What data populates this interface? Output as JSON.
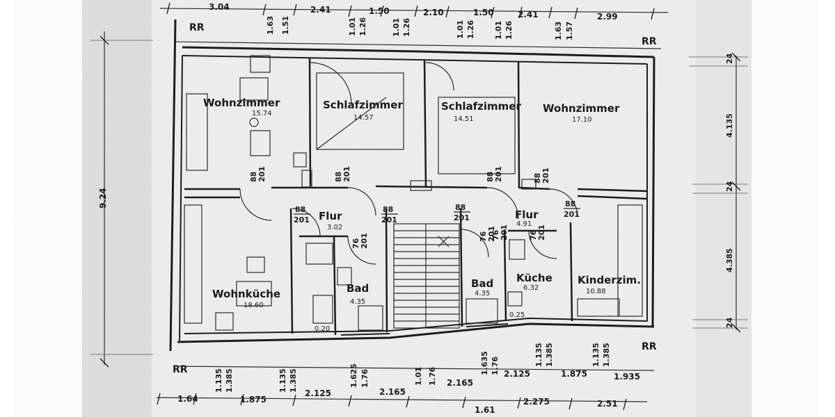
{
  "top_dims": [
    "3.04",
    "1.63",
    "1.51",
    "2.41",
    "1.01",
    "1.26",
    "1.50",
    "1.01",
    "1.26",
    "2.10",
    "1.50",
    "1.01",
    "1.26",
    "1.01",
    "1.26",
    "2.41",
    "1.63",
    "1.57",
    "2.99"
  ],
  "bottom_dims": [
    "1.64",
    "1.135",
    "1.385",
    "1.875",
    "1.135",
    "1.385",
    "2.125",
    "1.625",
    "1.76",
    "2.165",
    "1.01",
    "1.76",
    "2.165",
    "1.635",
    "1.76",
    "2.125",
    "1.135",
    "1.385",
    "1.875",
    "1.135",
    "1.385",
    "1.935"
  ],
  "bottom_dims_2": [
    "1.61",
    "2.275",
    "2.51"
  ],
  "left_dims": [
    "9.24"
  ],
  "right_dims": [
    "24",
    "4.135",
    "24",
    "4.385",
    "24"
  ],
  "rr_marks": [
    "RR",
    "RR",
    "RR",
    "RR"
  ],
  "rooms": [
    {
      "label": "Wohnzimmer",
      "area": "15.74"
    },
    {
      "label": "Schlafzimmer",
      "area": "14.57"
    },
    {
      "label": "Schlafzimmer",
      "area": "14.51"
    },
    {
      "label": "Wohnzimmer",
      "area": "17.10"
    },
    {
      "label": "Flur",
      "area": "3.02"
    },
    {
      "label": "Flur",
      "area": "4.91"
    },
    {
      "label": "Wohnküche",
      "area": "18.60"
    },
    {
      "label": "Bad",
      "area": "4.35"
    },
    {
      "label": "Bad",
      "area": "4.35"
    },
    {
      "label": "Küche",
      "area": "6.32"
    },
    {
      "label": "Kinderzim.",
      "area": "10.88"
    }
  ],
  "door_labels": [
    {
      "top": "88",
      "bottom": "201"
    },
    {
      "top": "88",
      "bottom": "201"
    },
    {
      "top": "88",
      "bottom": "201"
    },
    {
      "top": "88",
      "bottom": "201"
    },
    {
      "top": "88",
      "bottom": "201"
    },
    {
      "top": "88",
      "bottom": "201"
    },
    {
      "top": "88",
      "bottom": "201"
    },
    {
      "top": "88",
      "bottom": "201"
    },
    {
      "top": "76",
      "bottom": "201"
    },
    {
      "top": "76",
      "bottom": "201"
    },
    {
      "top": "76",
      "bottom": "201"
    },
    {
      "top": "76",
      "bottom": "201"
    }
  ],
  "small_notes": [
    "0.20",
    "0.25"
  ]
}
